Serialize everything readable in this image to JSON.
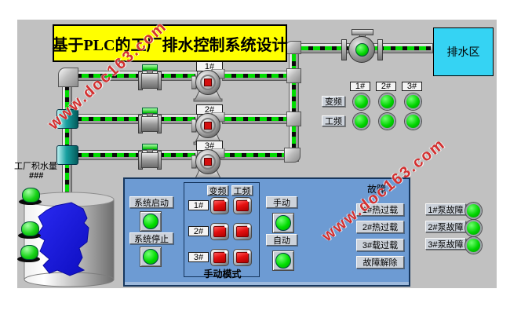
{
  "title": {
    "text": "基于PLC的工厂排水控制系统设计"
  },
  "watermark": {
    "text": "www.doc163.com"
  },
  "drain_area": {
    "label": "排水区"
  },
  "pump_tags": [
    "1#",
    "2#",
    "3#"
  ],
  "freq_grid": {
    "col_headers": [
      "1#",
      "2#",
      "3#"
    ],
    "row_labels": [
      "变频",
      "工频"
    ]
  },
  "tank": {
    "label": "工厂积水量",
    "value": "###"
  },
  "panel": {
    "start": "系统启动",
    "stop": "系统停止",
    "manual_box": {
      "headers": [
        "变频",
        "工频"
      ],
      "rows": [
        "1#",
        "2#",
        "3#"
      ],
      "caption": "手动模式"
    },
    "manual": "手动",
    "auto": "自动",
    "fault_title": "故障",
    "fault_buttons": [
      "1#热过载",
      "2#热过载",
      "3#载过载",
      "故障解除"
    ]
  },
  "pump_fault_rows": [
    "1#泵故障",
    "2#泵故障",
    "3#泵故障"
  ],
  "colors": {
    "canvas_gray": "#c1c1c1",
    "title_yellow": "#ffff00",
    "drain_cyan": "#35d3f3",
    "panel_blue": "#6d9bd3",
    "pipe_green": "#00dd00",
    "button_red": "#e51010",
    "indicator_green": "#00d400",
    "liquid_blue": "#1717cf",
    "watermark_red": "#d43030"
  }
}
